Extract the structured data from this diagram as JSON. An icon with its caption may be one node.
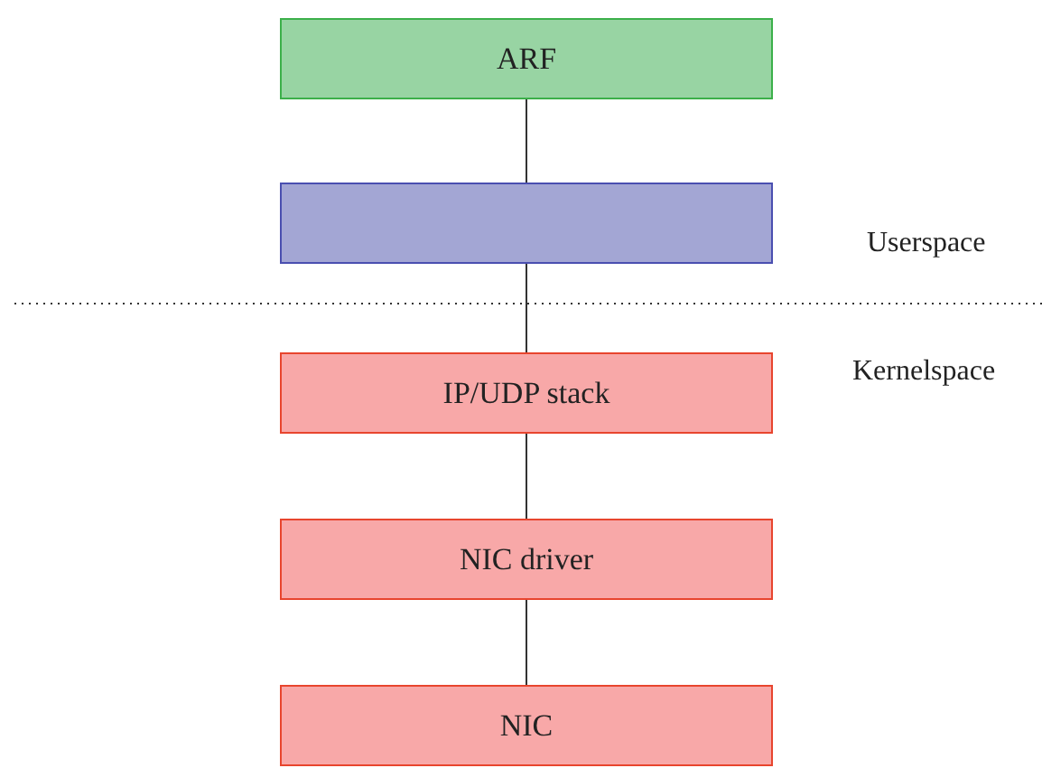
{
  "diagram": {
    "nodes": [
      {
        "text": [
          "ARF"
        ]
      },
      {
        "text": [],
        "shape": "box"
      },
      {
        "text": [
          "IP/UDP stack"
        ]
      },
      {
        "text": [
          "NIC driver"
        ]
      },
      {
        "text": [
          "NIC"
        ]
      }
    ],
    "edges": [
      {
        "from": 0,
        "to": 1,
        "arrow": "none"
      },
      {
        "from": 1,
        "to": 2,
        "arrow": "none"
      },
      {
        "from": 2,
        "to": 3,
        "arrow": "none"
      },
      {
        "from": 3,
        "to": 4,
        "arrow": "none"
      }
    ],
    "labels": [
      "Userspace",
      "Kernelspace"
    ]
  }
}
